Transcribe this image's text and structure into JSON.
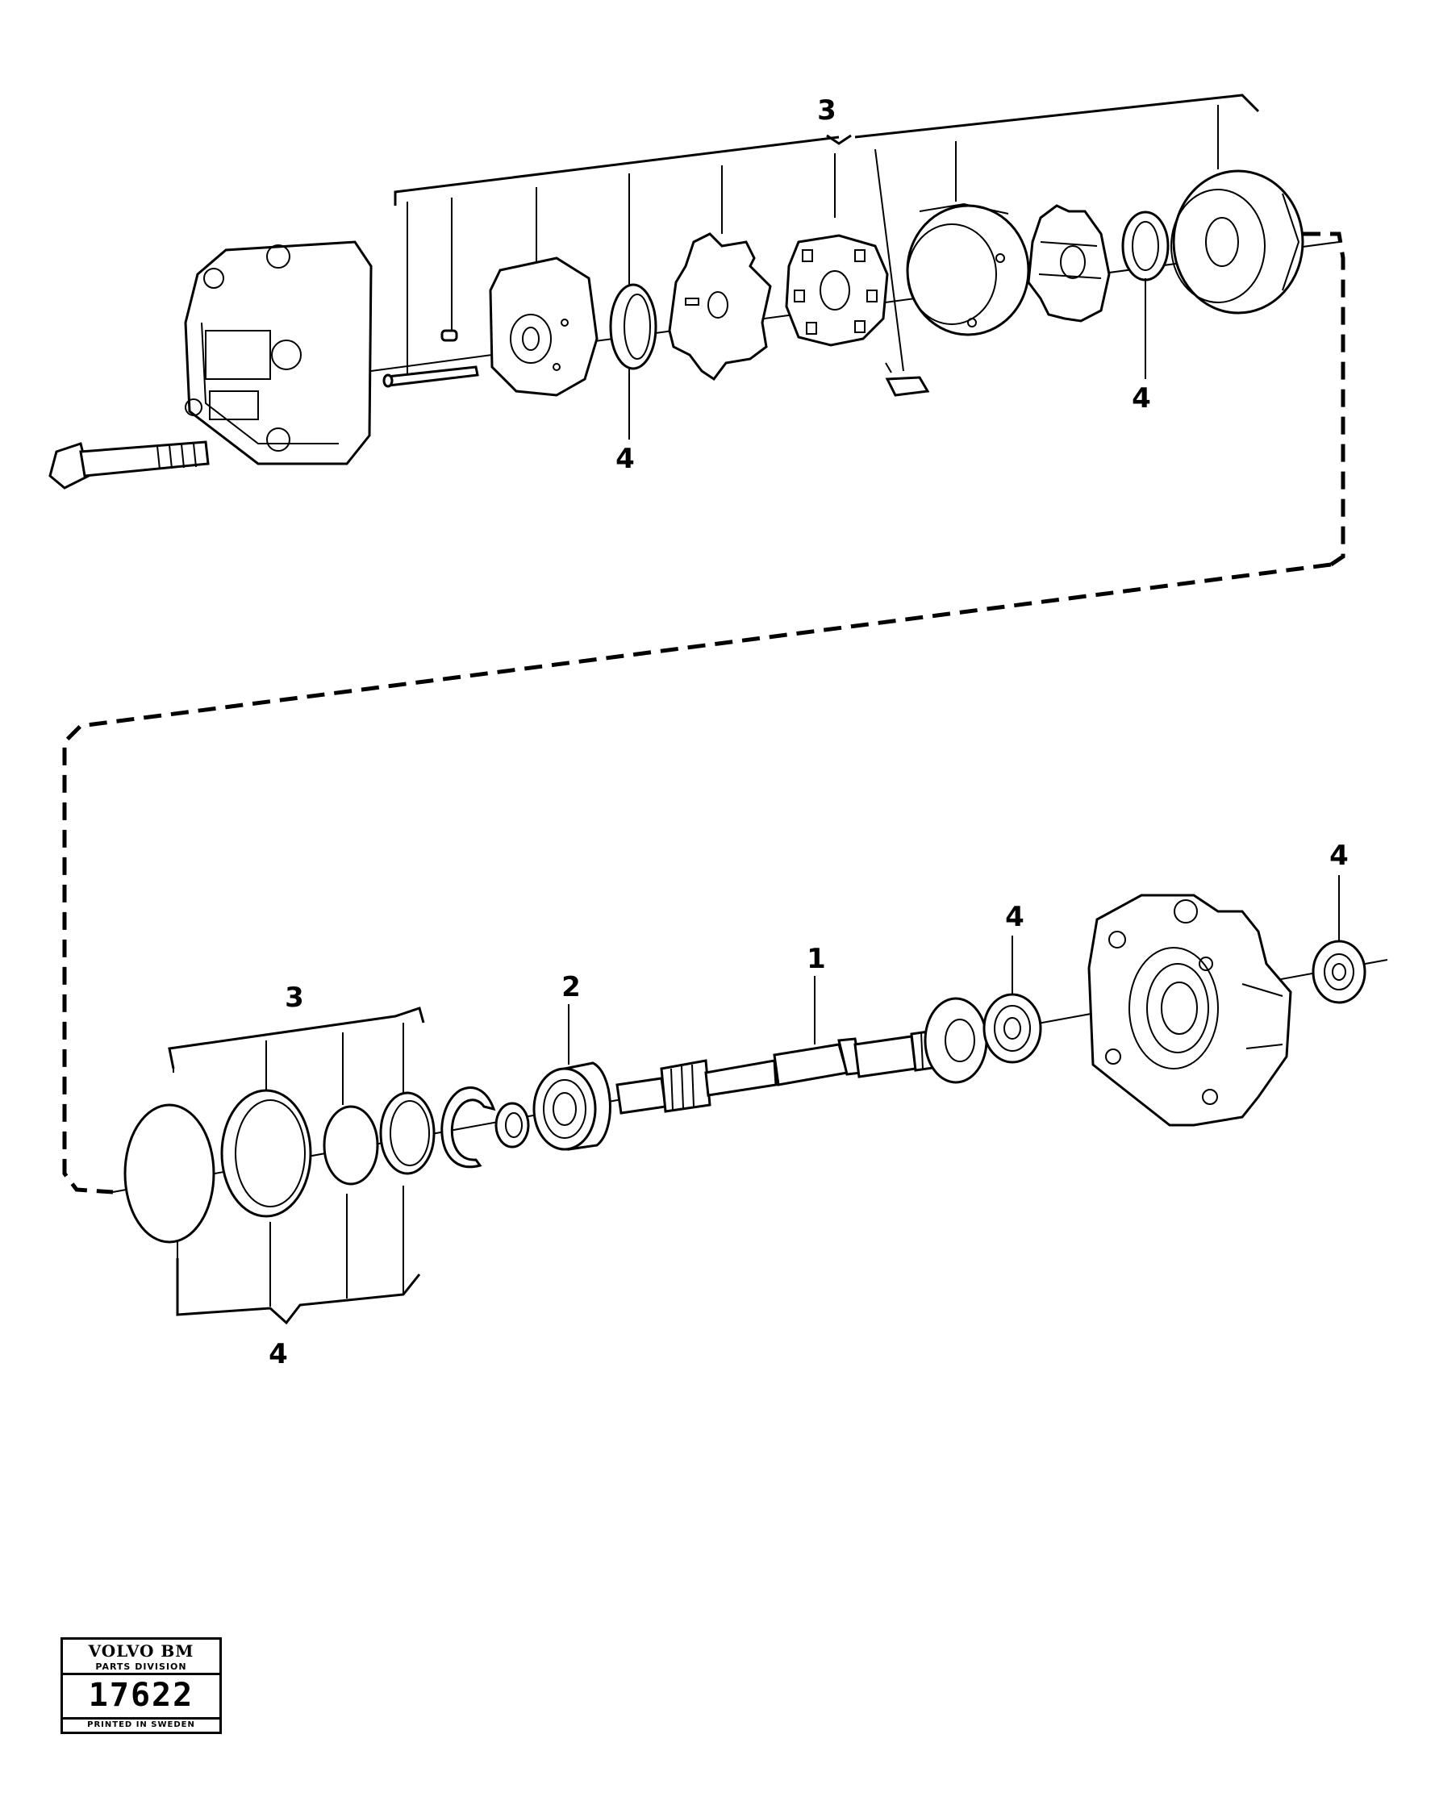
{
  "callouts": {
    "top_group": "3",
    "top_seal_left": "4",
    "top_seal_right": "4",
    "bottom_group": "3",
    "bottom_group_seals": "4",
    "bearing": "2",
    "shaft": "1",
    "seal_mid": "4",
    "seal_right": "4"
  },
  "logo": {
    "brand": "VOLVO BM",
    "division": "PARTS DIVISION",
    "number": "17622",
    "printed": "PRINTED IN SWEDEN"
  }
}
